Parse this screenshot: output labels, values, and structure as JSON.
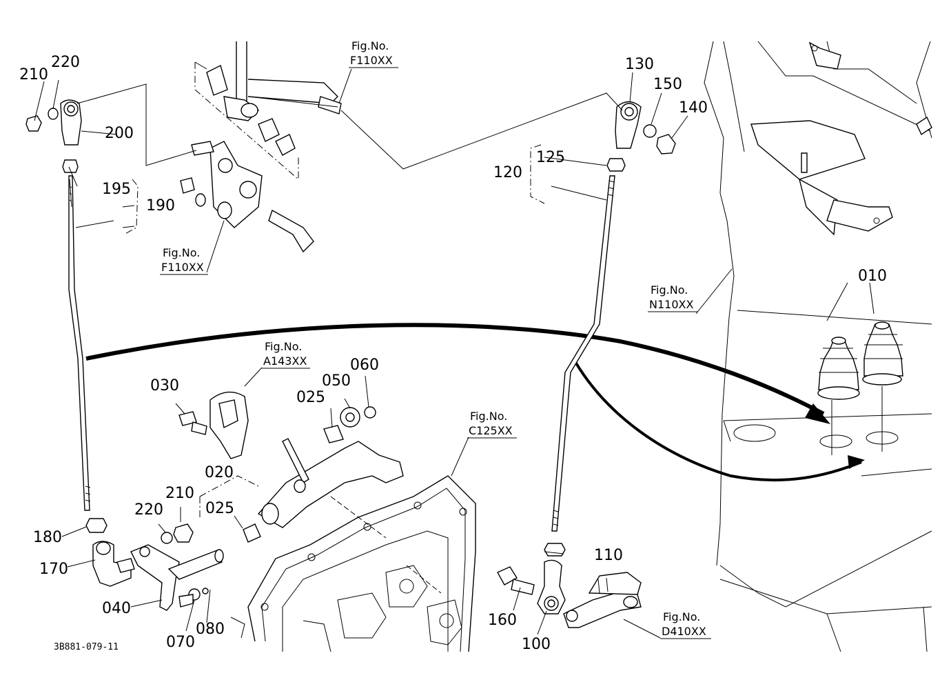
{
  "callouts": {
    "c210a": "210",
    "c220a": "220",
    "c200": "200",
    "c195": "195",
    "c190": "190",
    "c130": "130",
    "c150": "150",
    "c140": "140",
    "c125": "125",
    "c120": "120",
    "c010": "010",
    "c030": "030",
    "c050": "050",
    "c060": "060",
    "c025a": "025",
    "c020": "020",
    "c025b": "025",
    "c210b": "210",
    "c220b": "220",
    "c180": "180",
    "c170": "170",
    "c040": "040",
    "c070": "070",
    "c080": "080",
    "c110": "110",
    "c160": "160",
    "c100": "100"
  },
  "figrefs": {
    "f110_top": {
      "label": "Fig.No.",
      "code": "F110XX"
    },
    "f110_left": {
      "label": "Fig.No.",
      "code": "F110XX"
    },
    "n110": {
      "label": "Fig.No.",
      "code": "N110XX"
    },
    "a143": {
      "label": "Fig.No.",
      "code": "A143XX"
    },
    "c125": {
      "label": "Fig.No.",
      "code": "C125XX"
    },
    "d410": {
      "label": "Fig.No.",
      "code": "D410XX"
    }
  },
  "drawing_code": "3B881-079-11"
}
